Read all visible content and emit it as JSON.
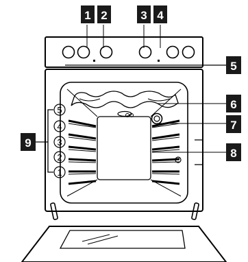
{
  "callouts": {
    "c1": "1",
    "c2": "2",
    "c3": "3",
    "c4": "4",
    "c5": "5",
    "c6": "6",
    "c7": "7",
    "c8": "8",
    "c9": "9"
  },
  "shelf_levels": [
    "5",
    "4",
    "3",
    "2",
    "1"
  ],
  "colors": {
    "callout_bg": "#1a1a1a",
    "callout_text": "#ffffff",
    "line": "#000000"
  }
}
